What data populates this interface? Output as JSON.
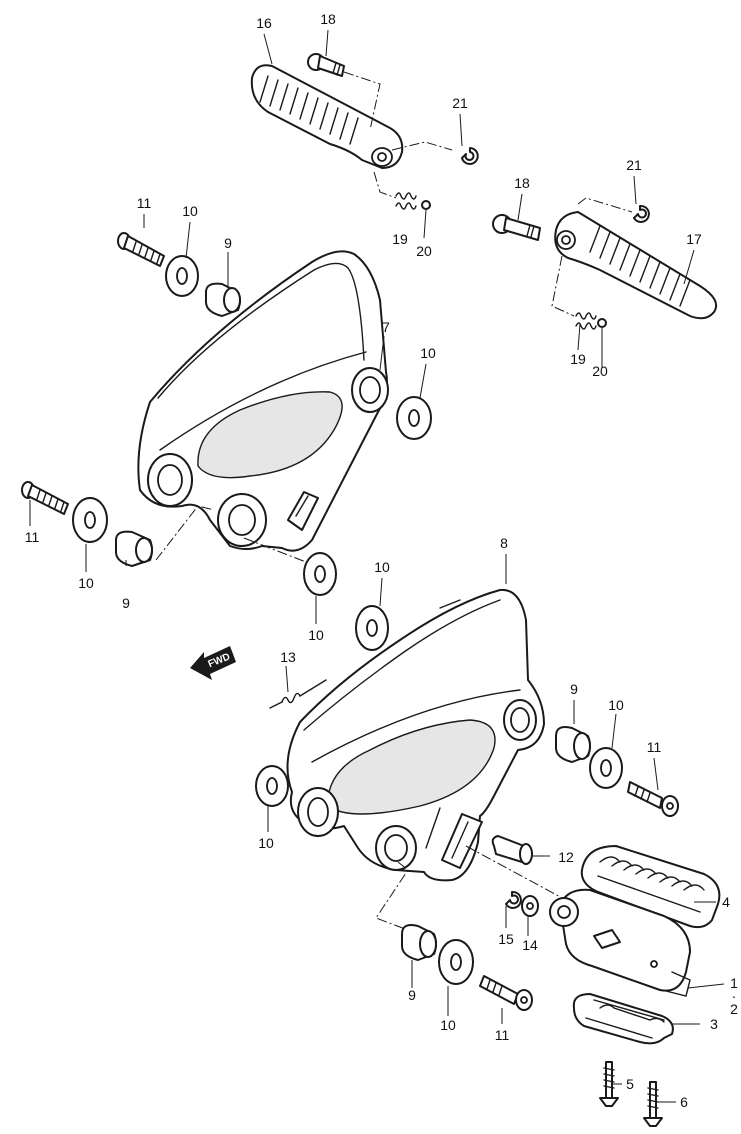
{
  "diagram": {
    "direction_label": "FWD",
    "callouts": [
      {
        "id": "c16a",
        "text": "16"
      },
      {
        "id": "c18a",
        "text": "18"
      },
      {
        "id": "c21a",
        "text": "21"
      },
      {
        "id": "c19a",
        "text": "19"
      },
      {
        "id": "c20a",
        "text": "20"
      },
      {
        "id": "c21b",
        "text": "21"
      },
      {
        "id": "c18b",
        "text": "18"
      },
      {
        "id": "c17",
        "text": "17"
      },
      {
        "id": "c19b",
        "text": "19"
      },
      {
        "id": "c20b",
        "text": "20"
      },
      {
        "id": "c11a",
        "text": "11"
      },
      {
        "id": "c10a",
        "text": "10"
      },
      {
        "id": "c9a",
        "text": "9"
      },
      {
        "id": "c7",
        "text": "7"
      },
      {
        "id": "c10b",
        "text": "10"
      },
      {
        "id": "c11b",
        "text": "11"
      },
      {
        "id": "c10c",
        "text": "10"
      },
      {
        "id": "c9b",
        "text": "9"
      },
      {
        "id": "c10d",
        "text": "10"
      },
      {
        "id": "c8",
        "text": "8"
      },
      {
        "id": "c10e",
        "text": "10"
      },
      {
        "id": "c13",
        "text": "13"
      },
      {
        "id": "c9c",
        "text": "9"
      },
      {
        "id": "c10f",
        "text": "10"
      },
      {
        "id": "c11c",
        "text": "11"
      },
      {
        "id": "c10g",
        "text": "10"
      },
      {
        "id": "c12",
        "text": "12"
      },
      {
        "id": "c4",
        "text": "4"
      },
      {
        "id": "c15",
        "text": "15"
      },
      {
        "id": "c14",
        "text": "14"
      },
      {
        "id": "c1",
        "text": "1"
      },
      {
        "id": "c2",
        "text": "2"
      },
      {
        "id": "c9d",
        "text": "9"
      },
      {
        "id": "c10h",
        "text": "10"
      },
      {
        "id": "c11d",
        "text": "11"
      },
      {
        "id": "c3",
        "text": "3"
      },
      {
        "id": "c5",
        "text": "5"
      },
      {
        "id": "c6",
        "text": "6"
      }
    ]
  }
}
